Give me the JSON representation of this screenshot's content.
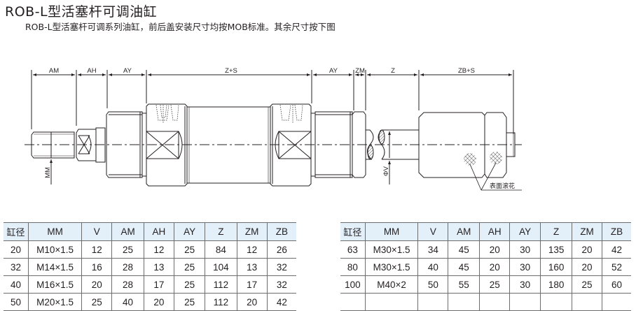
{
  "page": {
    "title": "ROB-L型活塞杆可调油缸",
    "subtitle": "ROB-L型活塞杆可调系列油缸，前后盖安装尺寸均按MOB标准。其余尺寸按下图"
  },
  "drawing": {
    "dimension_labels": {
      "am": "AM",
      "ah": "AH",
      "ay_front": "AY",
      "z_plus_s": "Z+S",
      "ay_rear": "AY",
      "zm": "ZM",
      "z": "Z",
      "zb_plus_s": "ZB+S",
      "mm": "MM",
      "phi_v": "ΦV"
    },
    "annotation_knurl": "表面滚花"
  },
  "tables": {
    "columns": [
      "缸径",
      "MM",
      "V",
      "AM",
      "AH",
      "AY",
      "Z",
      "ZM",
      "ZB"
    ],
    "left_rows": [
      [
        "20",
        "M10×1.5",
        "12",
        "25",
        "12",
        "25",
        "84",
        "12",
        "26"
      ],
      [
        "32",
        "M14×1.5",
        "16",
        "28",
        "13",
        "25",
        "104",
        "13",
        "32"
      ],
      [
        "40",
        "M16×1.5",
        "20",
        "28",
        "17",
        "25",
        "112",
        "17",
        "32"
      ],
      [
        "50",
        "M20×1.5",
        "25",
        "40",
        "20",
        "25",
        "112",
        "20",
        "42"
      ]
    ],
    "right_rows": [
      [
        "63",
        "M30×1.5",
        "34",
        "45",
        "20",
        "30",
        "135",
        "20",
        "42"
      ],
      [
        "80",
        "M30×1.5",
        "40",
        "45",
        "20",
        "30",
        "160",
        "20",
        "52"
      ],
      [
        "100",
        "M40×2",
        "50",
        "55",
        "25",
        "30",
        "180",
        "25",
        "60"
      ],
      [
        "",
        "",
        "",
        "",
        "",
        "",
        "",
        "",
        ""
      ]
    ]
  },
  "colors": {
    "header_bg": "#e3f0fa",
    "line": "#231f20",
    "grid": "#6d6d6d"
  }
}
